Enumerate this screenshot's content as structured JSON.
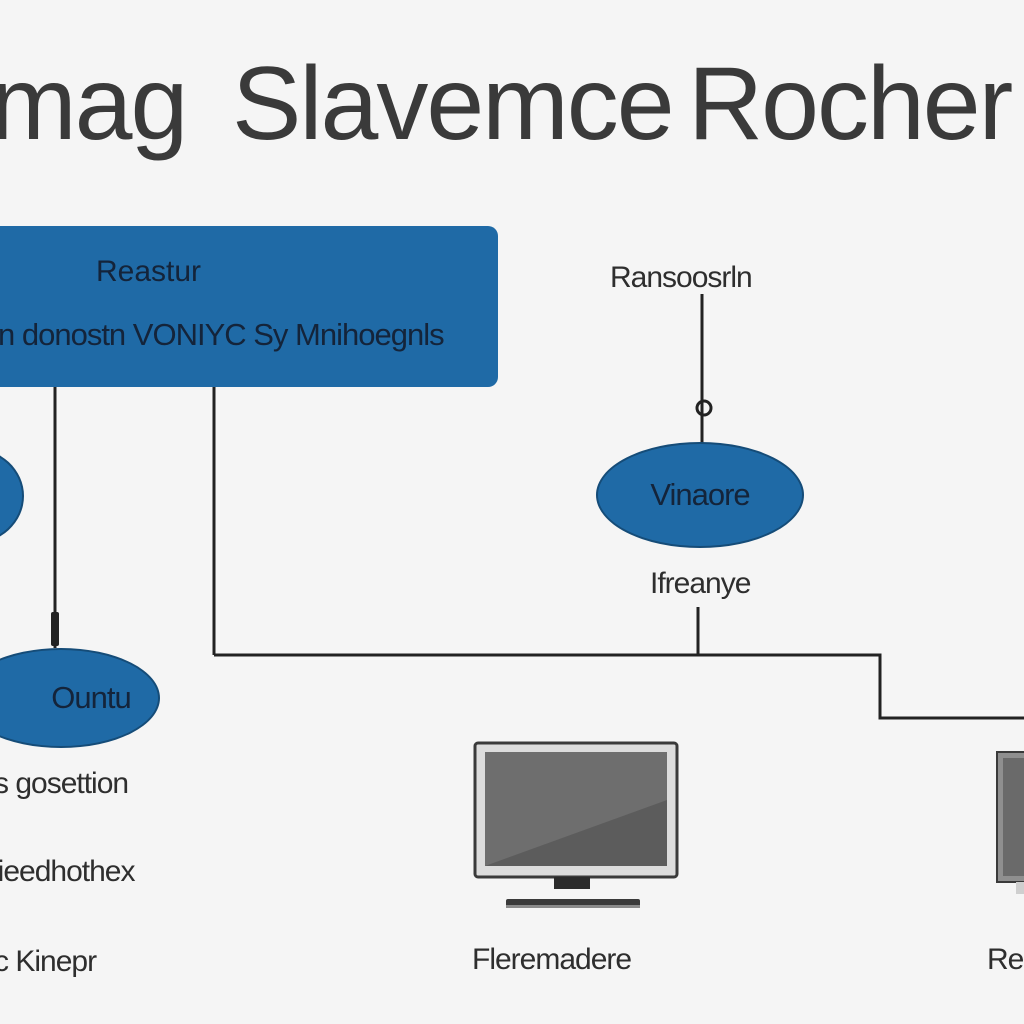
{
  "title": {
    "left": "mag",
    "middle": "Slavemce",
    "right": "Rocher"
  },
  "main_box": {
    "title": "Reastur",
    "subtitle": "n donostn VONIYC Sy Mnihoegnls"
  },
  "nodes": {
    "left_ellipse": {
      "label": ""
    },
    "bottom_ellipse": {
      "label": "Ountu"
    },
    "right_ellipse": {
      "label": "Vinaore"
    }
  },
  "labels": {
    "top_right": "Ransoosrln",
    "right_below": "Ifreanye",
    "left_1": "s gosettion",
    "left_2": "lieedhothex",
    "left_3": "c Kinepr",
    "monitor": "Fleremadere",
    "right_cut": "Re"
  },
  "colors": {
    "node_blue": "#1f6aa6",
    "node_border": "#154c78",
    "line": "#222222",
    "text_dark": "#14243a",
    "text": "#2e2e2e",
    "background": "#f5f5f5"
  },
  "icons": {
    "monitor": "monitor-icon",
    "tower": "server-tower-icon"
  }
}
